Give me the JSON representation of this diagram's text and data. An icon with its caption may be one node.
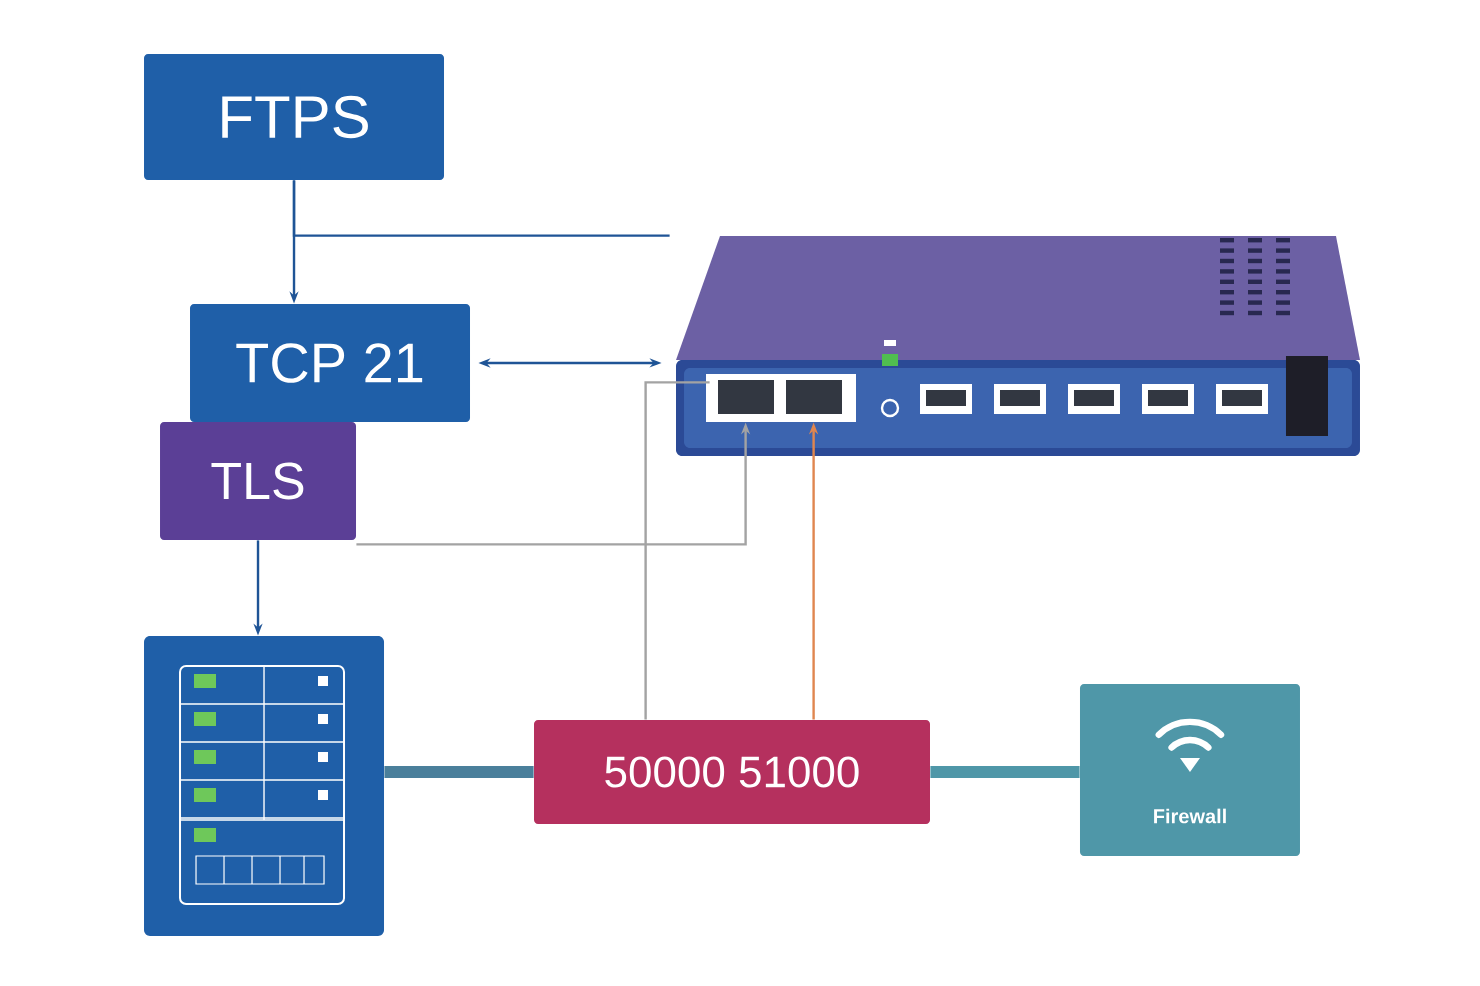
{
  "diagram": {
    "nodes": [
      {
        "text": [
          "FTPS"
        ]
      },
      {
        "text": [
          "TCP 21"
        ]
      },
      {
        "text": [
          "TLS"
        ]
      },
      {
        "text": [],
        "shape": "picture"
      },
      {
        "text": [],
        "shape": "picture"
      },
      {
        "text": [
          "50000 51000"
        ]
      },
      {
        "text": [
          "Firewall"
        ]
      }
    ],
    "edges": [
      {
        "from": 0,
        "to": 1,
        "arrow": "to"
      },
      {
        "from": 0,
        "to": 3,
        "arrow": "none"
      },
      {
        "from": 1,
        "to": 3,
        "arrow": "both"
      },
      {
        "from": 2,
        "to": 3,
        "arrow": "to",
        "color": "#a3a3a3"
      },
      {
        "from": 2,
        "to": 4,
        "arrow": "to"
      },
      {
        "from": 4,
        "to": 5,
        "arrow": "none",
        "style": "thick",
        "color": "#4a7f9b"
      },
      {
        "from": 5,
        "to": 3,
        "arrow": "none",
        "color": "#a3a3a3"
      },
      {
        "from": 5,
        "to": 3,
        "arrow": "to",
        "color": "#e0864f"
      },
      {
        "from": 5,
        "to": 6,
        "arrow": "none",
        "style": "thick",
        "color": "#4f97a8"
      }
    ]
  }
}
